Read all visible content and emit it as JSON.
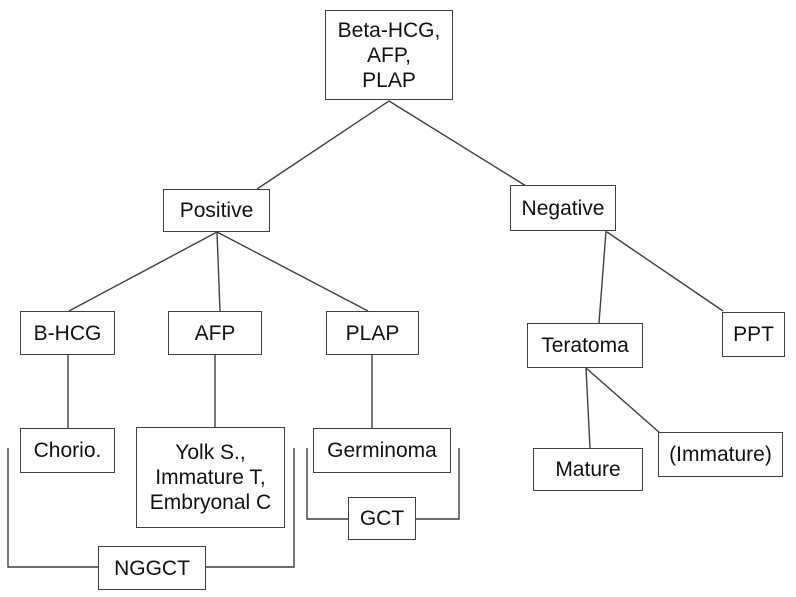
{
  "diagram": {
    "type": "flowchart",
    "description": "Decision tree based on tumor markers Beta-HCG, AFP and PLAP",
    "colors": {
      "background": "#ffffff",
      "line": "#3f3f3f",
      "box_border": "#3f3f3f",
      "box_fill": "#ffffff",
      "text": "#111111"
    },
    "nodes": {
      "root": {
        "label": "Beta-HCG,\nAFP,\nPLAP"
      },
      "positive": {
        "label": "Positive"
      },
      "negative": {
        "label": "Negative"
      },
      "bhcg": {
        "label": "B-HCG"
      },
      "afp": {
        "label": "AFP"
      },
      "plap": {
        "label": "PLAP"
      },
      "teratoma": {
        "label": "Teratoma"
      },
      "ppt": {
        "label": "PPT"
      },
      "chorio": {
        "label": "Chorio."
      },
      "yolk": {
        "label": "Yolk S.,\nImmature T,\nEmbryonal C"
      },
      "germinoma": {
        "label": "Germinoma"
      },
      "gct": {
        "label": "GCT"
      },
      "nggct": {
        "label": "NGGCT"
      },
      "mature": {
        "label": "Mature"
      },
      "immature": {
        "label": "(Immature)"
      }
    },
    "edges": [
      {
        "from": "root",
        "to": "positive",
        "style": "line"
      },
      {
        "from": "root",
        "to": "negative",
        "style": "line"
      },
      {
        "from": "positive",
        "to": "bhcg",
        "style": "line"
      },
      {
        "from": "positive",
        "to": "afp",
        "style": "line"
      },
      {
        "from": "positive",
        "to": "plap",
        "style": "line"
      },
      {
        "from": "negative",
        "to": "teratoma",
        "style": "line"
      },
      {
        "from": "negative",
        "to": "ppt",
        "style": "line"
      },
      {
        "from": "bhcg",
        "to": "chorio",
        "style": "line"
      },
      {
        "from": "afp",
        "to": "yolk",
        "style": "line"
      },
      {
        "from": "plap",
        "to": "germinoma",
        "style": "line"
      },
      {
        "from": "teratoma",
        "to": "mature",
        "style": "line"
      },
      {
        "from": "teratoma",
        "to": "immature",
        "style": "line"
      },
      {
        "from": "germinoma",
        "to": "gct",
        "style": "bracket"
      },
      {
        "from": "chorio, yolk",
        "to": "nggct",
        "style": "bracket"
      }
    ]
  }
}
